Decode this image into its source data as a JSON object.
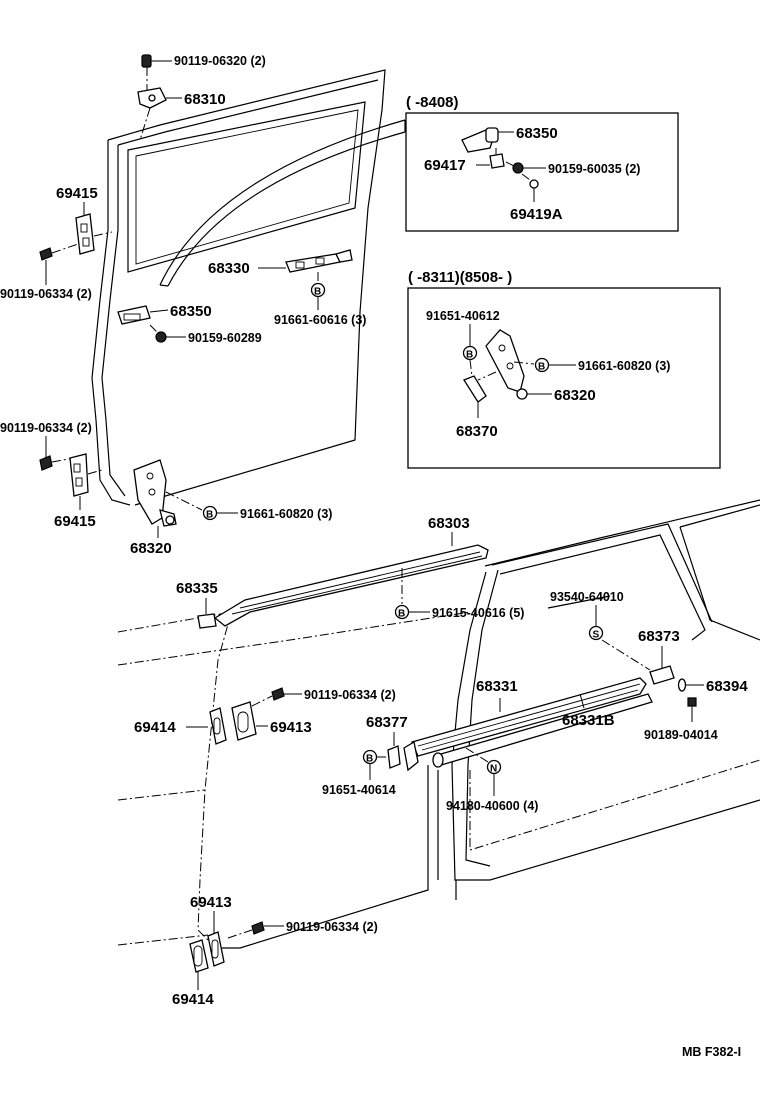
{
  "labels": {
    "l90119_06320": "90119-06320 (2)",
    "l68310": "68310",
    "l69415_a": "69415",
    "l90119_06334_a": "90119-06334 (2)",
    "l68350_a": "68350",
    "l90159_60289": "90159-60289",
    "l68330": "68330",
    "l91661_60616": "91661-60616 (3)",
    "l90119_06334_b": "90119-06334 (2)",
    "l69415_b": "69415",
    "l68320_a": "68320",
    "l91661_60820_a": "91661-60820 (3)",
    "l68303": "68303",
    "l68335": "68335",
    "l91615_40616": "91615-40616 (5)",
    "l93540_64010": "93540-64010",
    "l68373": "68373",
    "l68331": "68331",
    "l68394": "68394",
    "l90189_04014": "90189-04014",
    "l90119_06334_c": "90119-06334 (2)",
    "l69414_a": "69414",
    "l69413_a": "69413",
    "l68377": "68377",
    "l68331B": "68331B",
    "l91651_40614": "91651-40614",
    "l94180_40600": "94180-40600 (4)",
    "l69413_b": "69413",
    "l90119_06334_d": "90119-06334 (2)",
    "l69414_b": "69414",
    "footer_code": "MB  F382-I"
  },
  "box1": {
    "header": "(       -8408)",
    "l68350": "68350",
    "l69417": "69417",
    "l90159_60035": "90159-60035 (2)",
    "l69419A": "69419A"
  },
  "box2": {
    "header": "(       -8311)(8508-        )",
    "l91651_40612": "91651-40612",
    "l91661_60820": "91661-60820 (3)",
    "l68320": "68320",
    "l68370": "68370"
  },
  "symbols": {
    "bolt_symbol": "B",
    "screw_symbol": "S",
    "nut_symbol": "N"
  }
}
